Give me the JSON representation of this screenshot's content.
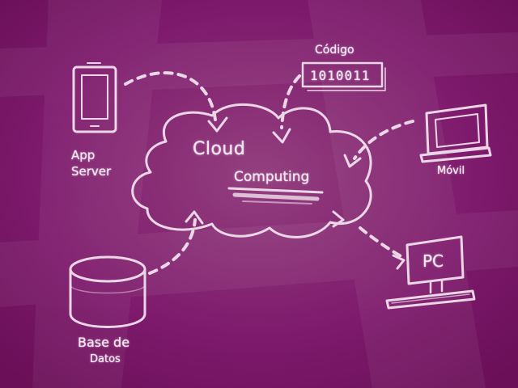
{
  "colors": {
    "background": "#7a1466",
    "chalk": "#f3e6f0"
  },
  "nodes": {
    "app_server": {
      "line1": "App",
      "line2": "Server",
      "icon": "tablet-icon"
    },
    "codigo": {
      "label": "Código",
      "binary": "1010011",
      "icon": "binary-code-icon"
    },
    "cloud": {
      "line1": "Cloud",
      "line2": "Computing",
      "icon": "cloud-icon"
    },
    "movil": {
      "label": "Móvil",
      "icon": "laptop-icon"
    },
    "pc": {
      "label": "PC",
      "icon": "monitor-icon"
    },
    "base_datos": {
      "line1": "Base de",
      "line2": "Datos",
      "icon": "database-icon"
    }
  }
}
